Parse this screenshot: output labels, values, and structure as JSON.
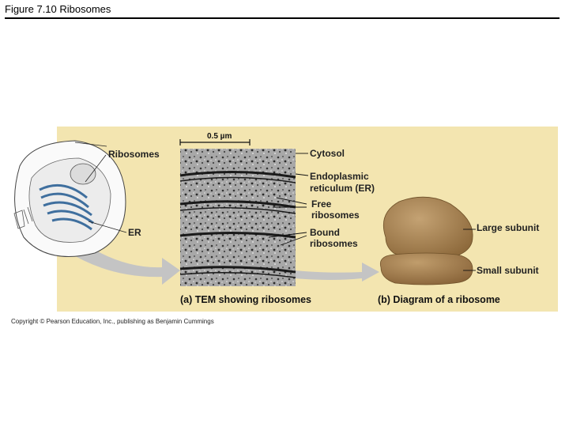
{
  "slide": {
    "title": "Figure 7.10  Ribosomes",
    "copyright": "Copyright © Pearson Education, Inc., publishing as Benjamin Cummings"
  },
  "figure": {
    "cell_labels": {
      "ribosomes": "Ribosomes",
      "er": "ER"
    },
    "scale_bar": "0.5 µm",
    "tem_labels": {
      "cytosol": "Cytosol",
      "er_line1": "Endoplasmic",
      "er_line2": "reticulum (ER)",
      "free_line1": "Free",
      "free_line2": "ribosomes",
      "bound_line1": "Bound",
      "bound_line2": "ribosomes"
    },
    "ribosome_labels": {
      "large": "Large subunit",
      "small": "Small subunit"
    },
    "captions": {
      "a": "(a) TEM showing ribosomes",
      "b": "(b) Diagram of a ribosome"
    }
  },
  "colors": {
    "panel": "#f3e5b0",
    "er_blue": "#3f6f9e",
    "ribosome_brown": "#a98552",
    "arrow_gray": "#c4c4c4"
  }
}
